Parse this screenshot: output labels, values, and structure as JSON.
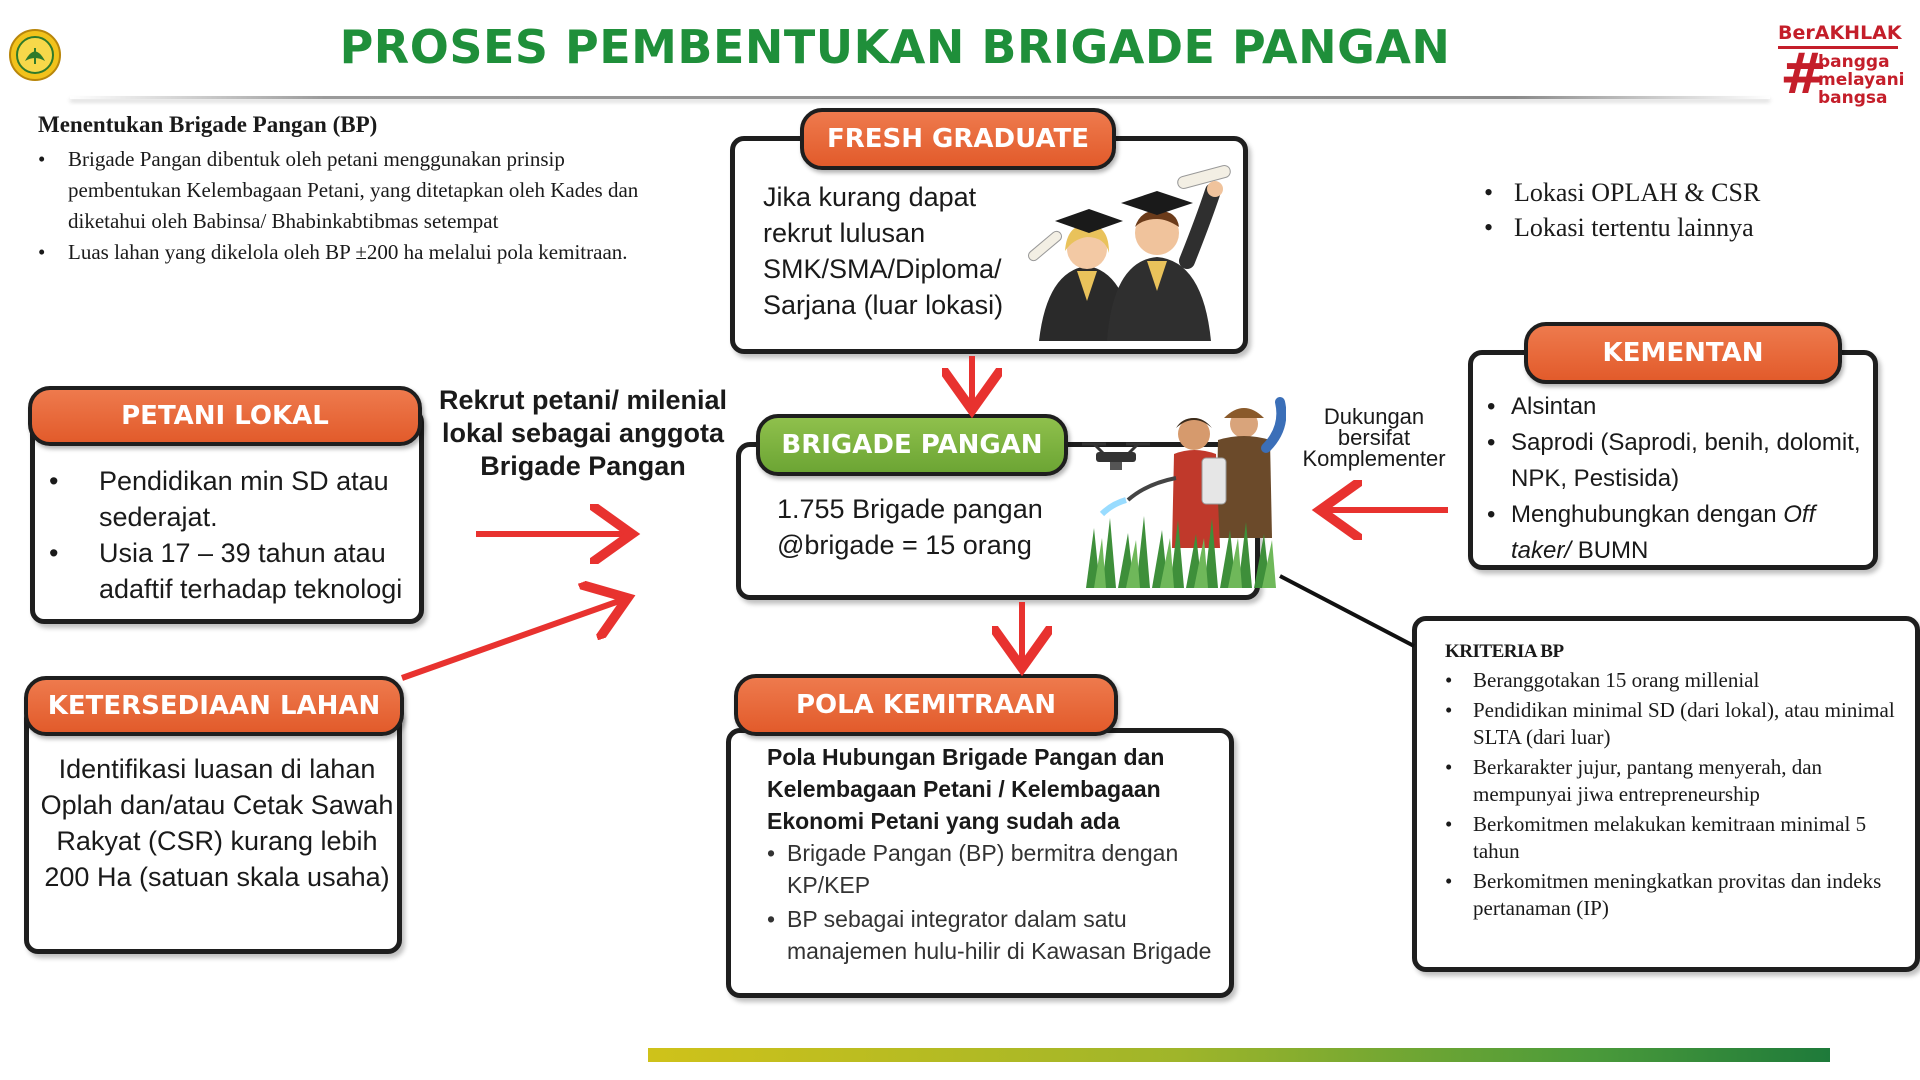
{
  "header": {
    "title": "PROSES PEMBENTUKAN BRIGADE PANGAN",
    "title_color": "#1f8f3a",
    "brand": {
      "name": "BerAKHLAK",
      "tagline": "bangga melayani bangsa",
      "accent": "#c41e2a"
    }
  },
  "intro": {
    "heading": "Menentukan Brigade Pangan (BP)",
    "bullets": [
      "Brigade Pangan dibentuk oleh petani menggunakan prinsip pembentukan Kelembagaan Petani, yang ditetapkan oleh Kades dan diketahui oleh Babinsa/ Bhabinkabtibmas setempat",
      "Luas lahan yang dikelola oleh BP ±200 ha melalui pola kemitraan."
    ]
  },
  "fresh_graduate": {
    "label": "FRESH GRADUATE",
    "text": "Jika kurang dapat rekrut lulusan SMK/SMA/Diploma/ Sarjana  (luar lokasi)"
  },
  "locations": [
    "Lokasi OPLAH & CSR",
    "Lokasi tertentu lainnya"
  ],
  "petani_lokal": {
    "label": "PETANI LOKAL",
    "bullets": [
      "Pendidikan min SD atau sederajat.",
      "Usia 17 – 39 tahun atau adaftif terhadap teknologi"
    ]
  },
  "recruit_caption": "Rekrut petani/ milenial lokal sebagai anggota Brigade Pangan",
  "brigade_pangan": {
    "label": "BRIGADE PANGAN",
    "line1": "1.755 Brigade pangan",
    "line2": "@brigade = 15 orang"
  },
  "support_caption": "Dukungan bersifat Komplementer",
  "kementan": {
    "label": "KEMENTAN",
    "bullets": [
      "Alsintan",
      "Saprodi (Saprodi, benih, dolomit, NPK, Pestisida)"
    ],
    "last_bullet_start": "Menghubungkan dengan ",
    "last_bullet_italic": "Off taker/",
    "last_bullet_end": " BUMN"
  },
  "ketersediaan_lahan": {
    "label": "KETERSEDIAAN LAHAN",
    "text": "Identifikasi luasan di lahan Oplah dan/atau Cetak Sawah Rakyat (CSR) kurang lebih 200 Ha (satuan skala usaha)"
  },
  "pola_kemitraan": {
    "label": "POLA KEMITRAAN",
    "heading": "Pola Hubungan Brigade Pangan dan Kelembagaan Petani  /  Kelembagaan Ekonomi Petani yang sudah ada",
    "bullets": [
      "Brigade Pangan (BP) bermitra dengan KP/KEP",
      "BP sebagai integrator dalam satu manajemen hulu-hilir di Kawasan Brigade"
    ]
  },
  "kriteria": {
    "heading": "KRITERIA BP",
    "bullets": [
      "Beranggotakan 15 orang millenial",
      "Pendidikan minimal SD (dari lokal), atau minimal SLTA (dari luar)",
      "Berkarakter jujur, pantang menyerah, dan mempunyai jiwa entrepreneurship",
      "Berkomitmen melakukan kemitraan minimal 5 tahun",
      "Berkomitmen  meningkatkan provitas dan indeks pertanaman (IP)"
    ]
  },
  "colors": {
    "orange": "#e25b2b",
    "green": "#6ca534",
    "arrow_red": "#e8322f"
  }
}
